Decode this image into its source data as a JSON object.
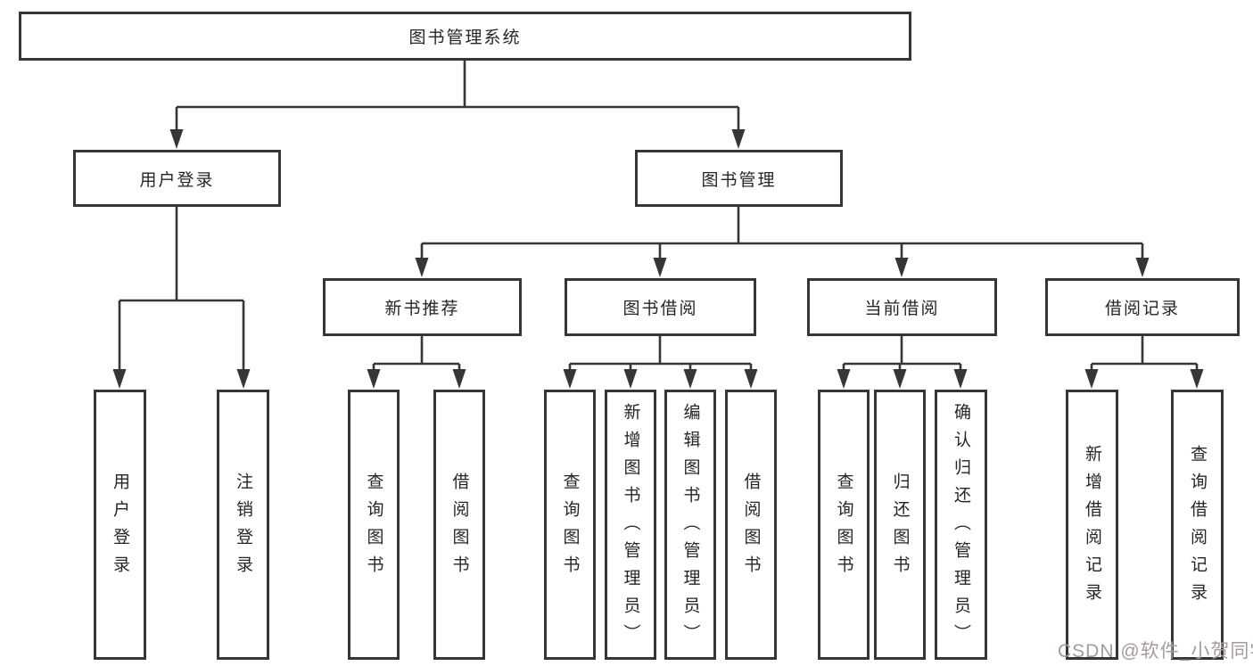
{
  "diagram": {
    "tree": {
      "label": "图书管理系统",
      "children": [
        {
          "label": "用户登录",
          "children": [
            {
              "label": "用户登录"
            },
            {
              "label": "注销登录"
            }
          ]
        },
        {
          "label": "图书管理",
          "children": [
            {
              "label": "新书推荐",
              "children": [
                {
                  "label": "查询图书"
                },
                {
                  "label": "借阅图书"
                }
              ]
            },
            {
              "label": "图书借阅",
              "children": [
                {
                  "label": "查询图书"
                },
                {
                  "label": "新增图书（管理员）"
                },
                {
                  "label": "编辑图书（管理员）"
                },
                {
                  "label": "借阅图书"
                }
              ]
            },
            {
              "label": "当前借阅",
              "children": [
                {
                  "label": "查询图书"
                },
                {
                  "label": "归还图书"
                },
                {
                  "label": "确认归还（管理员）"
                }
              ]
            },
            {
              "label": "借阅记录",
              "children": [
                {
                  "label": "新增借阅记录"
                },
                {
                  "label": "查询借阅记录"
                }
              ]
            }
          ]
        }
      ]
    }
  },
  "watermark": {
    "text": "CSDN @软件_小贺同学",
    "color": "#a59a9c"
  },
  "colors": {
    "line": "#363636",
    "box_border": "#363636",
    "box_fill": "#ffffff",
    "text": "#262626",
    "background": "#ffffff"
  }
}
